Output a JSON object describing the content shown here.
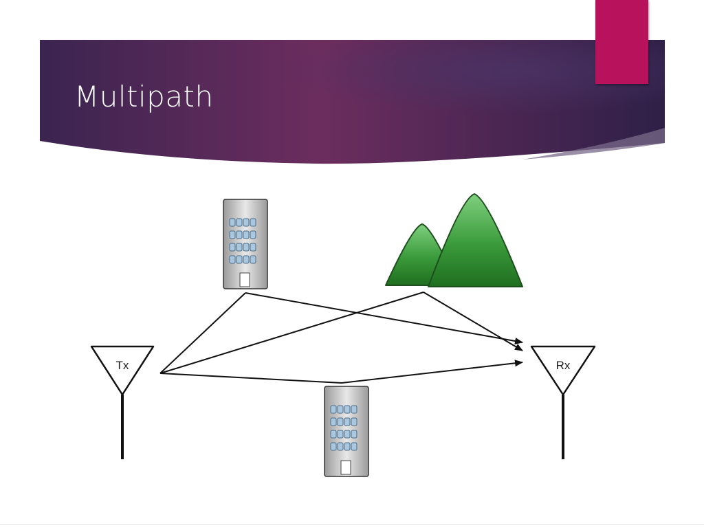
{
  "slide": {
    "title": "Multipath"
  },
  "diagram": {
    "transmitter_label": "Tx",
    "receiver_label": "Rx",
    "colors": {
      "banner_dark": "#3b2450",
      "banner_mid": "#6b2d5e",
      "accent": "#b8125c",
      "mountain": "#3a9a3a",
      "building": "#bcbcbc",
      "window": "#a9c8df"
    },
    "icons": [
      "transmitter-antenna-icon",
      "receiver-antenna-icon",
      "building-icon",
      "building-icon",
      "mountain-icon"
    ]
  }
}
